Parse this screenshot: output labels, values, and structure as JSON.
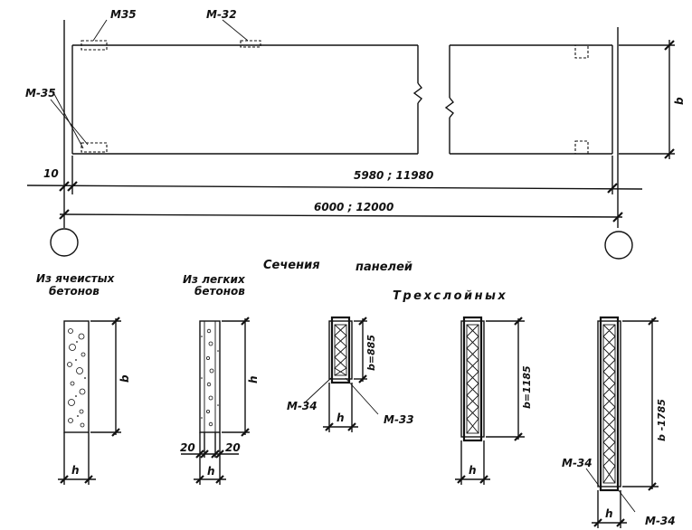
{
  "plan": {
    "marks": {
      "m35_top": "M35",
      "m32": "M-32",
      "m35_left": "M-35"
    },
    "dims": {
      "offset": "10",
      "inner_length": "5980 ; 11980",
      "total_length": "6000 ; 12000",
      "height": "b"
    }
  },
  "sections": {
    "title_word1": "Сечения",
    "title_word2": "панелей",
    "cellular": {
      "caption_line1": "Из ячеистых",
      "caption_line2": "бетонов",
      "thickness": "h",
      "height": "b"
    },
    "light": {
      "caption_line1": "Из легких",
      "caption_line2": "бетонов",
      "thickness": "h",
      "height": "h",
      "left_dim": "20",
      "right_dim": "20"
    },
    "three_layer_caption": "Трехслойных",
    "tl1": {
      "height": "b=885",
      "mark_left": "M-34",
      "mark_right": "M-33",
      "thickness": "h"
    },
    "tl2": {
      "height": "b=1185",
      "thickness": "h"
    },
    "tl3": {
      "height": "b -1785",
      "mark_top": "M-34",
      "mark_bottom": "M-34",
      "thickness": "h"
    }
  }
}
